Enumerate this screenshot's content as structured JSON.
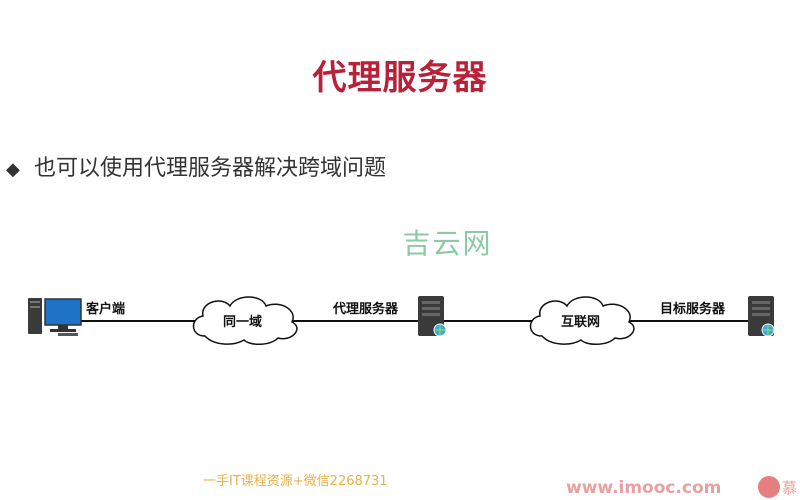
{
  "title": "代理服务器",
  "bullet": {
    "marker": "◆",
    "text": "也可以使用代理服务器解决跨域问题"
  },
  "watermark": "吉云网",
  "diagram": {
    "nodes": [
      {
        "id": "client",
        "label": "客户端",
        "icon": "desktop-computer-icon"
      },
      {
        "id": "cloud1",
        "label": "同一域",
        "icon": "cloud-icon"
      },
      {
        "id": "proxy",
        "label": "代理服务器",
        "icon": "server-icon"
      },
      {
        "id": "cloud2",
        "label": "互联网",
        "icon": "cloud-icon"
      },
      {
        "id": "target",
        "label": "目标服务器",
        "icon": "server-icon"
      }
    ],
    "colors": {
      "line": "#111111",
      "screen": "#1f73c7",
      "server": "#3a3a3a",
      "globe": "#3aa8d8"
    }
  },
  "footer": {
    "left": "一手IT课程资源+微信2268731",
    "right": "www.imooc.com",
    "logo_text": "慕"
  }
}
